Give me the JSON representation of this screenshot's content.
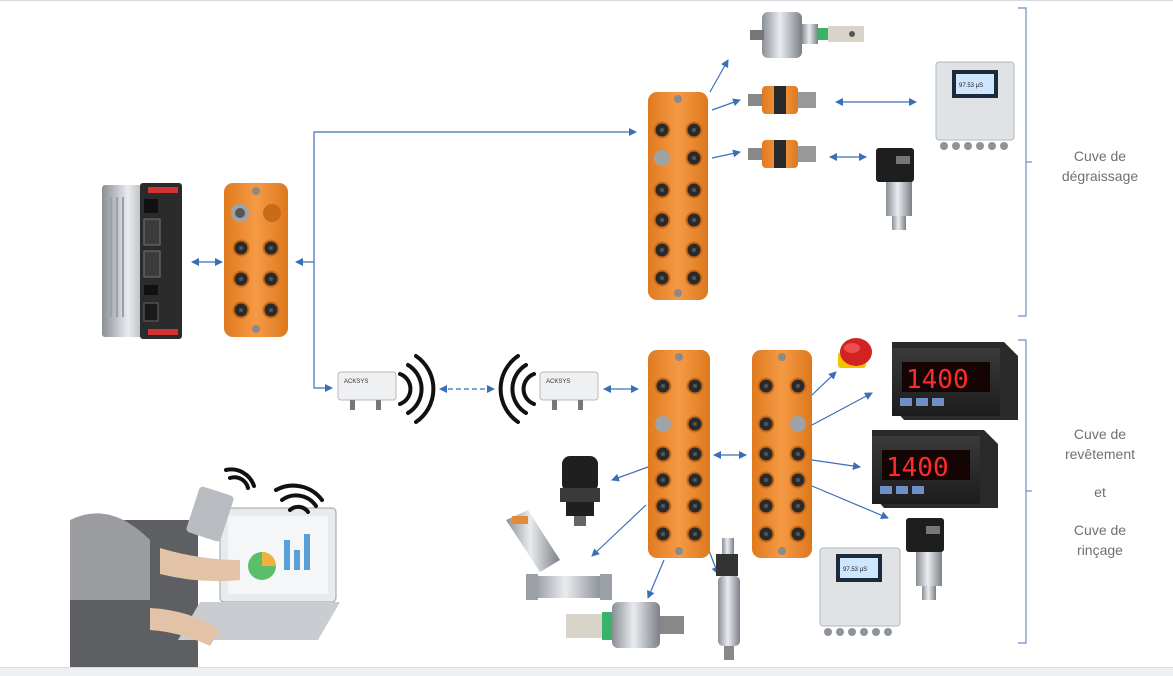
{
  "labels": {
    "tank1": "Cuve de\ndégraissage",
    "tank2_line1": "Cuve de",
    "tank2_line2": "revêtement",
    "tank2_and": "et",
    "tank2_line3": "Cuve de",
    "tank2_line4": "rinçage"
  },
  "devices": {
    "gateway_brand": "ACKSYS",
    "display_value_1": "1400",
    "display_value_2": "1400",
    "lcd_value": "97.53 μS"
  },
  "colors": {
    "arrow": "#3a6fb8",
    "io_orange": "#f08a2e",
    "io_dark": "#c96a18",
    "bracket": "#6a8fc0",
    "label": "#707070",
    "led_red": "#e02020"
  }
}
